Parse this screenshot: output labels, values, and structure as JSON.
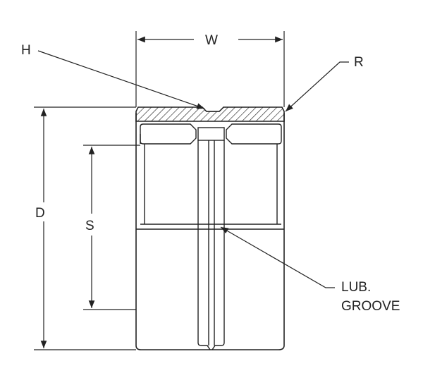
{
  "labels": {
    "w": "W",
    "h": "H",
    "r": "R",
    "d": "D",
    "s": "S",
    "lub": "LUB.",
    "groove": "GROOVE"
  },
  "colors": {
    "line": "#222222",
    "background": "#ffffff"
  }
}
